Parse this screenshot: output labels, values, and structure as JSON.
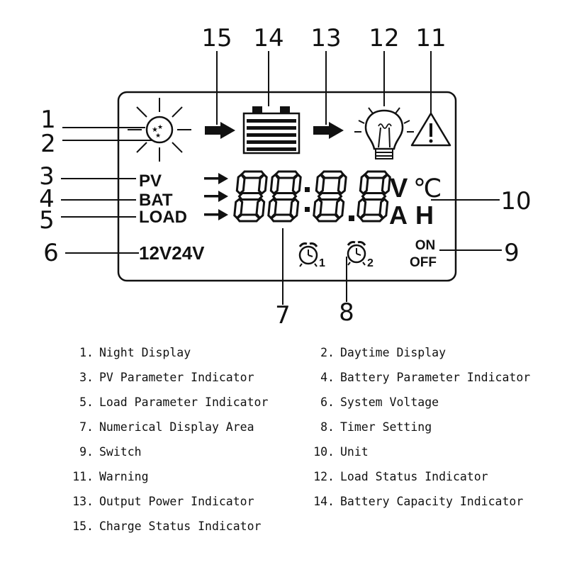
{
  "callouts": [
    "1",
    "2",
    "3",
    "4",
    "5",
    "6",
    "7",
    "8",
    "9",
    "10",
    "11",
    "12",
    "13",
    "14",
    "15"
  ],
  "lcd": {
    "pv": "PV",
    "bat": "BAT",
    "load": "LOAD",
    "system_voltage": "12V24V",
    "unit_v": "V",
    "unit_c": "℃",
    "unit_a": "A",
    "unit_h": "H",
    "on": "ON",
    "off": "OFF",
    "timer1_sub": "1",
    "timer2_sub": "2",
    "digits": "88:8.8"
  },
  "legend": [
    {
      "num": "1.",
      "text": "Night Display"
    },
    {
      "num": "2.",
      "text": "Daytime Display"
    },
    {
      "num": "3.",
      "text": "PV Parameter Indicator"
    },
    {
      "num": "4.",
      "text": "Battery Parameter Indicator"
    },
    {
      "num": "5.",
      "text": "Load Parameter Indicator"
    },
    {
      "num": "6.",
      "text": "System Voltage"
    },
    {
      "num": "7.",
      "text": "Numerical Display Area"
    },
    {
      "num": "8.",
      "text": "Timer Setting"
    },
    {
      "num": "9.",
      "text": "Switch"
    },
    {
      "num": "10.",
      "text": "Unit"
    },
    {
      "num": "11.",
      "text": "Warning"
    },
    {
      "num": "12.",
      "text": "Load Status Indicator"
    },
    {
      "num": "13.",
      "text": "Output Power Indicator"
    },
    {
      "num": "14.",
      "text": "Battery Capacity Indicator"
    },
    {
      "num": "15.",
      "text": "Charge Status Indicator"
    }
  ],
  "icons": [
    "sun-icon",
    "moon-icon",
    "star-icon",
    "arrow-right-icon",
    "battery-icon",
    "bulb-icon",
    "warning-icon",
    "alarm-clock-icon"
  ]
}
